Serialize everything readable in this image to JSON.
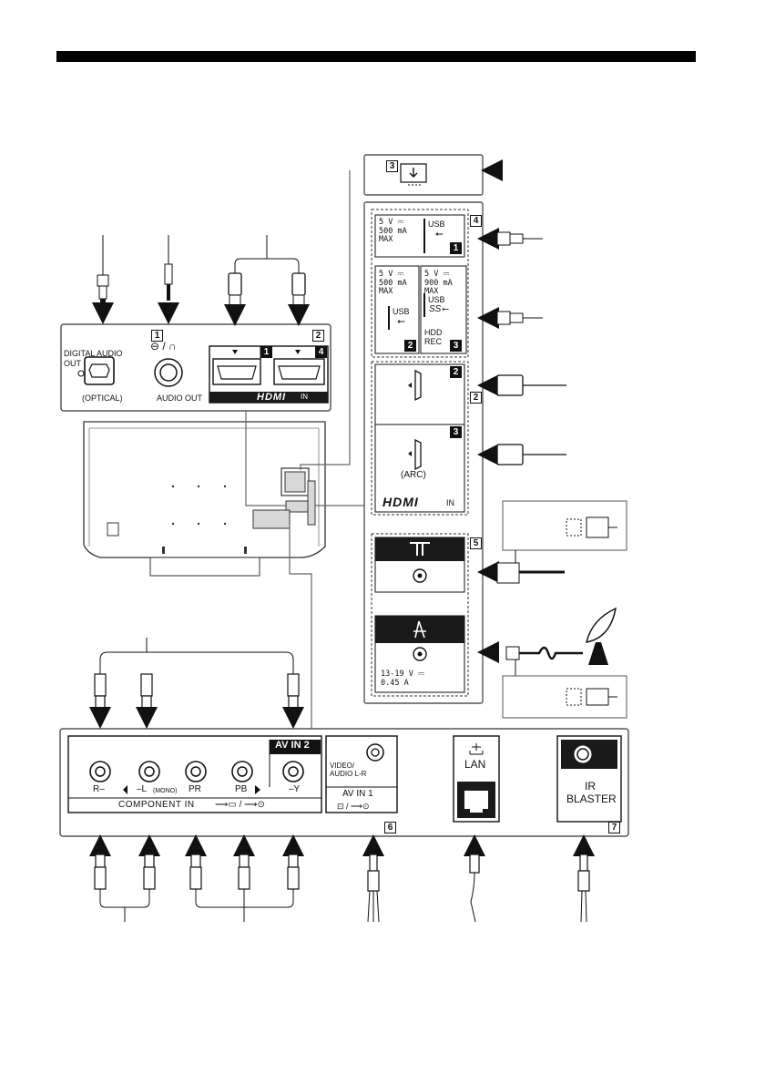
{
  "panel_top": {
    "port_labels": {
      "digital_audio_line1": "DIGITAL AUDIO",
      "digital_audio_line2": "OUT",
      "optical": "(OPTICAL)",
      "audio_out": "AUDIO OUT",
      "hdmi_logo": "HDMI",
      "hdmi_in": "IN"
    },
    "group_numbers": [
      "1",
      "2"
    ],
    "hdmi_port_numbers": [
      "1",
      "4"
    ]
  },
  "side_panel": {
    "group_numbers": [
      "3",
      "4",
      "2",
      "5"
    ],
    "usb1": {
      "spec": "5 V ⎓\n500 mA\nMAX",
      "label": "USB",
      "num": "1"
    },
    "usb2": {
      "spec": "5 V ⎓\n500 mA\nMAX",
      "label": "USB",
      "num": "2"
    },
    "usb3": {
      "spec": "5 V ⎓\n900 mA\nMAX",
      "label": "USB",
      "hdd": "HDD\nREC",
      "num": "3"
    },
    "hdmi_ports": [
      {
        "num": "2"
      },
      {
        "num": "3",
        "note": "(ARC)"
      }
    ],
    "hdmi_logo": "HDMI",
    "hdmi_in": "IN",
    "satellite_spec": "13-19 V ⎓\n0.45 A"
  },
  "panel_bottom": {
    "av_in_2": "AV IN 2",
    "jack_labels": [
      "R–",
      "–L",
      "(MONO)",
      "PR",
      "PB",
      "–Y"
    ],
    "component_in": "COMPONENT IN",
    "video_audio": "VIDEO/\nAUDIO L-R",
    "av_in_1": "AV IN 1",
    "lan": "LAN",
    "ir_blaster": "IR\nBLASTER",
    "group_numbers": [
      "6",
      "7"
    ]
  },
  "colors": {
    "ink": "#111111",
    "panel_dark": "#1a1a1a",
    "line": "#444444"
  }
}
